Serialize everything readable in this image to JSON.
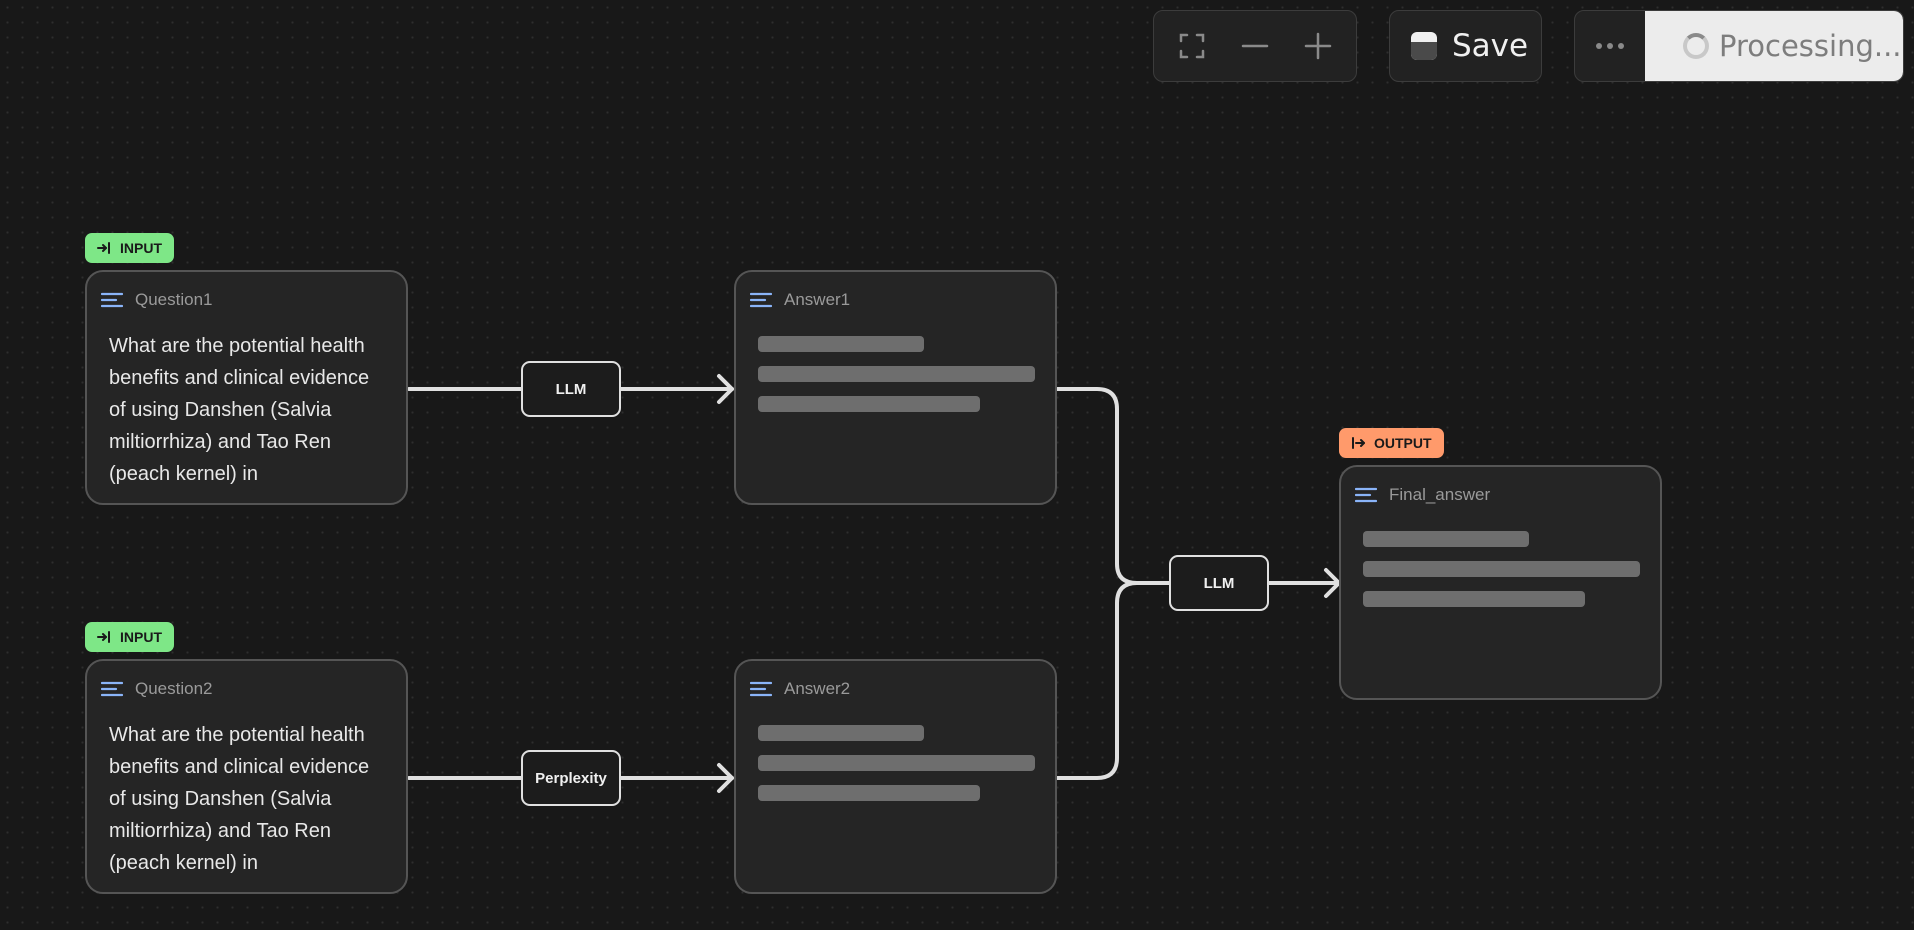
{
  "toolbar": {
    "save_label": "Save",
    "status_label": "Processing..."
  },
  "badges": {
    "input_label": "INPUT",
    "output_label": "OUTPUT"
  },
  "nodes": {
    "question1": {
      "title": "Question1",
      "text": "What are the potential health benefits and clinical evidence of using Danshen (Salvia miltiorrhiza) and Tao Ren (peach kernel) in"
    },
    "question2": {
      "title": "Question2",
      "text": "What are the potential health benefits and clinical evidence of using Danshen (Salvia miltiorrhiza) and Tao Ren (peach kernel) in"
    },
    "answer1": {
      "title": "Answer1"
    },
    "answer2": {
      "title": "Answer2"
    },
    "final_answer": {
      "title": "Final_answer"
    }
  },
  "edges": {
    "q1_to_a1": "LLM",
    "q2_to_a2": "Perplexity",
    "answers_to_final": "LLM"
  },
  "colors": {
    "input_badge": "#7ee787",
    "output_badge": "#ff9a6b",
    "node_icon": "#8ab4f8",
    "edge": "#e0e0e0"
  },
  "icons": {
    "fit_view": "fit-view-icon",
    "zoom_out": "minus-icon",
    "zoom_in": "plus-icon",
    "save": "save-icon",
    "more": "more-icon",
    "status": "spinner-icon",
    "input": "input-arrow-icon",
    "output": "output-arrow-icon",
    "node": "text-lines-icon"
  }
}
